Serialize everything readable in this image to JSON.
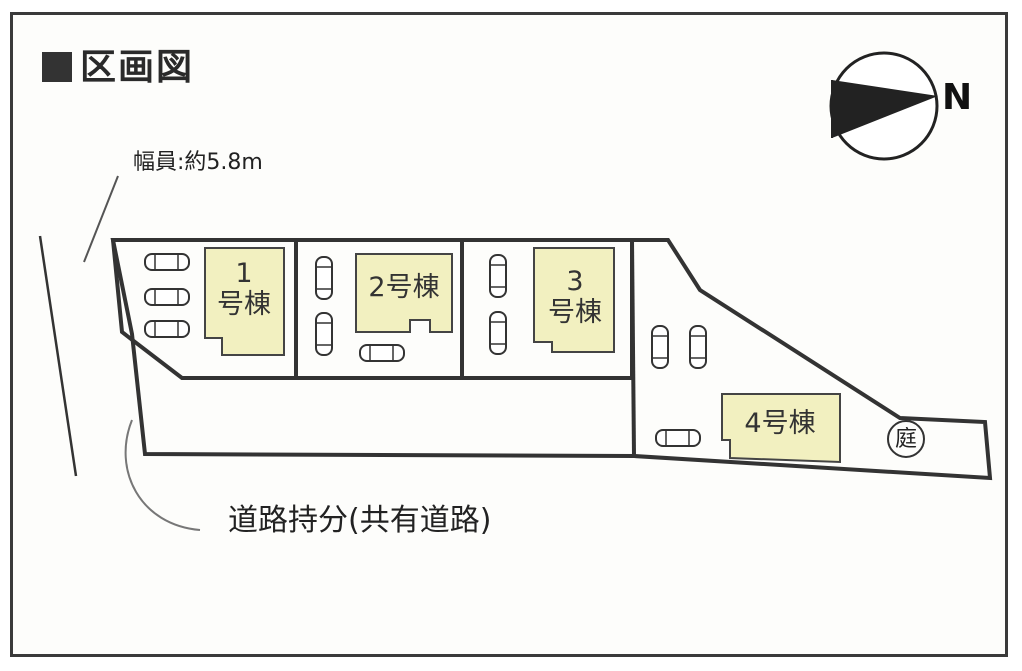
{
  "title": "区画図",
  "road_width_label": "幅員:約5.8m",
  "shared_road_label": "道路持分(共有道路)",
  "compass": {
    "north_label": "N"
  },
  "lots": [
    {
      "id": "1",
      "label": "1\n号棟"
    },
    {
      "id": "2",
      "label": "2号棟"
    },
    {
      "id": "3",
      "label": "3\n号棟"
    },
    {
      "id": "4",
      "label": "4号棟"
    }
  ],
  "garden_label": "庭",
  "colors": {
    "building_fill": "#f2f0c0",
    "outline": "#333333",
    "background": "#fdfdfb"
  }
}
